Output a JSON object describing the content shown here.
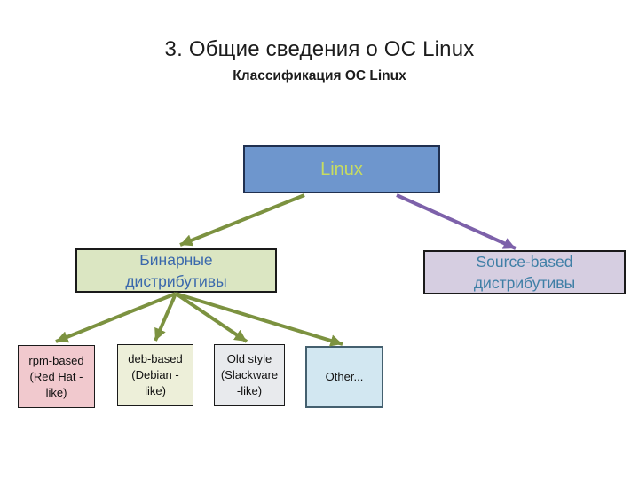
{
  "slide": {
    "title": "3. Общие сведения о ОС Linux",
    "subtitle": "Классификация ОС Linux"
  },
  "diagram": {
    "type": "tree",
    "nodes": {
      "root": {
        "label": "Linux",
        "fill": "#6e96cd",
        "text_color": "#c7dc60",
        "border_color": "#203050"
      },
      "binary": {
        "label": "Бинарные\nдистрибутивы",
        "fill": "#dbe6c2",
        "text_color": "#3a68ac",
        "border_color": "#1a1a1a"
      },
      "source": {
        "label": "Source-based\nдистрибутивы",
        "fill": "#d6cee1",
        "text_color": "#3f7fa6",
        "border_color": "#1a1a1a"
      },
      "rpm": {
        "label": "rpm-based\n(Red Hat -\nlike)",
        "fill": "#f1c9ce",
        "text_color": "#111111",
        "border_color": "#1a1a1a"
      },
      "deb": {
        "label": "deb-based\n(Debian -\nlike)",
        "fill": "#edefd9",
        "text_color": "#111111",
        "border_color": "#1a1a1a"
      },
      "old": {
        "label": "Old style\n(Slackware\n-like)",
        "fill": "#e8eaed",
        "text_color": "#111111",
        "border_color": "#1a1a1a"
      },
      "other": {
        "label": "Other...",
        "fill": "#d2e7f1",
        "text_color": "#111111",
        "border_color": "#44606f"
      }
    },
    "edges": [
      {
        "from": "root",
        "to": "binary",
        "color": "#7c9240"
      },
      {
        "from": "root",
        "to": "source",
        "color": "#7d61aa"
      },
      {
        "from": "binary",
        "to": "rpm",
        "color": "#7c9240"
      },
      {
        "from": "binary",
        "to": "deb",
        "color": "#7c9240"
      },
      {
        "from": "binary",
        "to": "old",
        "color": "#7c9240"
      },
      {
        "from": "binary",
        "to": "other",
        "color": "#7c9240"
      }
    ],
    "edge_colors": {
      "green": "#7c9240",
      "purple": "#7d61aa"
    }
  }
}
